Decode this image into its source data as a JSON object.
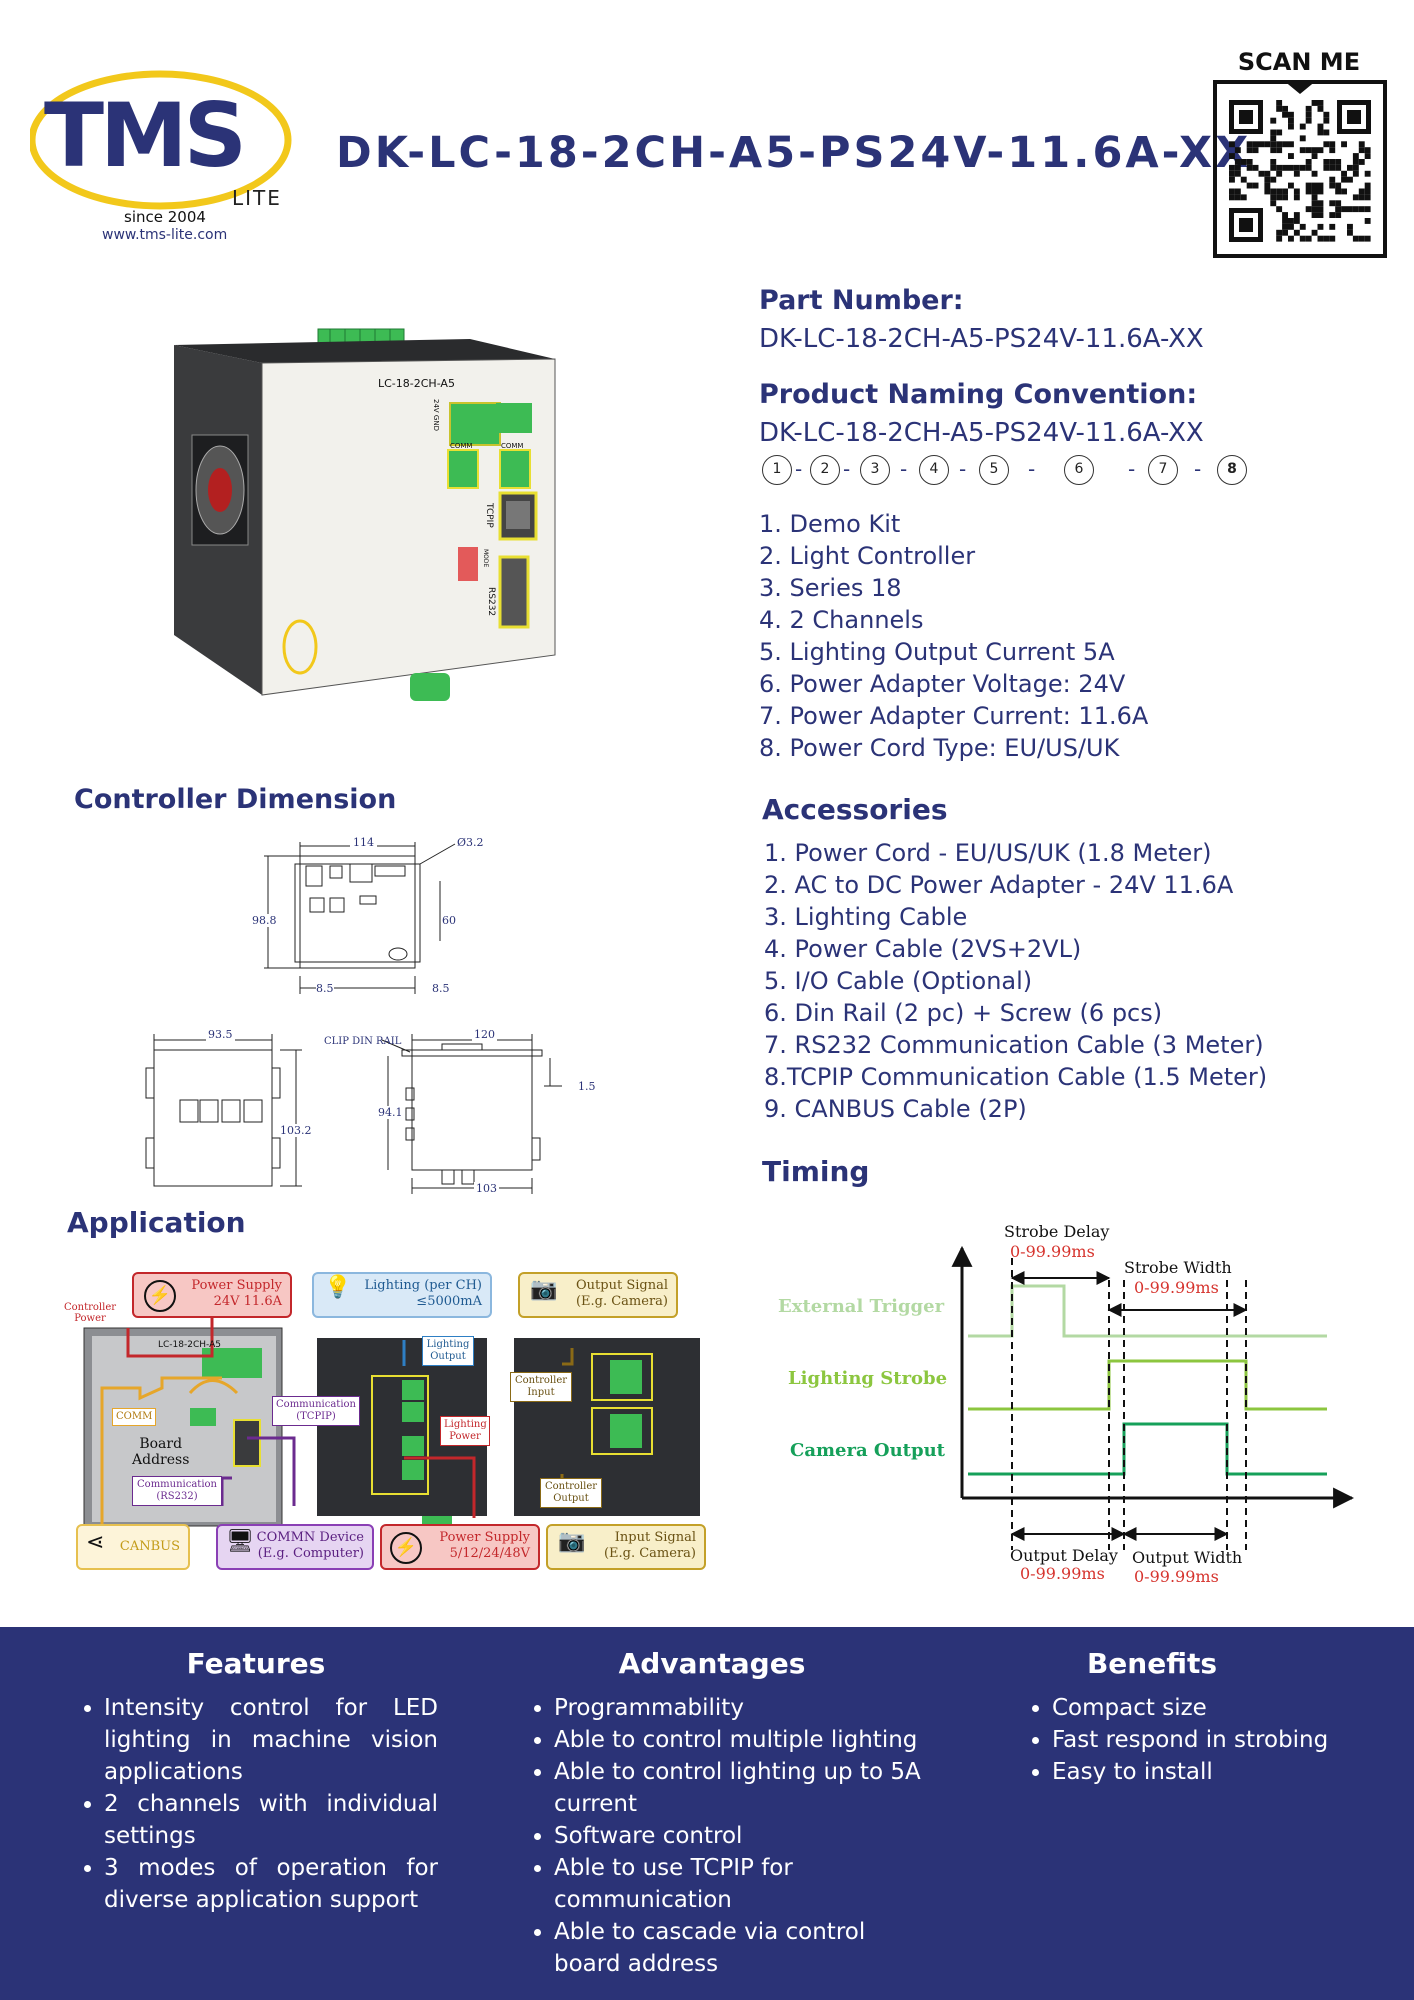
{
  "header": {
    "logo_text": "TMS",
    "logo_sub": "LITE",
    "since": "since 2004",
    "website": "www.tms-lite.com",
    "title": "DK-LC-18-2CH-A5-PS24V-11.6A-XX",
    "scan_label": "SCAN ME"
  },
  "part_number": {
    "heading": "Part Number:",
    "value": "DK-LC-18-2CH-A5-PS24V-11.6A-XX"
  },
  "naming": {
    "heading": "Product Naming Convention:",
    "value": "DK-LC-18-2CH-A5-PS24V-11.6A-XX",
    "markers": [
      "1",
      "2",
      "3",
      "4",
      "5",
      "6",
      "7",
      "8"
    ],
    "items": [
      "1.  Demo Kit",
      "2. Light Controller",
      "3. Series 18",
      "4. 2 Channels",
      "5. Lighting Output Current 5A",
      "6. Power Adapter Voltage: 24V",
      "7. Power Adapter Current: 11.6A",
      "8. Power Cord Type: EU/US/UK"
    ]
  },
  "product_photo": {
    "model_label": "LC-18-2CH-A5",
    "port_labels": [
      "24V GND",
      "COMM",
      "COMM",
      "TCPIP",
      "RS232",
      "MODE"
    ]
  },
  "accessories": {
    "heading": "Accessories",
    "items": [
      "1. Power Cord - EU/US/UK (1.8 Meter)",
      "2. AC to DC Power Adapter - 24V 11.6A",
      "3. Lighting Cable",
      "4. Power Cable (2VS+2VL)",
      "5. I/O Cable (Optional)",
      "6. Din Rail (2 pc) + Screw (6 pcs)",
      "7. RS232 Communication Cable (3 Meter)",
      "8.TCPIP Communication Cable (1.5 Meter)",
      "9. CANBUS Cable (2P)"
    ]
  },
  "dimension": {
    "heading": "Controller Dimension",
    "top": {
      "width": "114",
      "hole": "Ø3.2",
      "height": "98.8",
      "inner": "60",
      "left_offset": "8.5",
      "right_offset": "8.5"
    },
    "front": {
      "width": "93.5",
      "height": "103.2"
    },
    "side": {
      "din_label": "CLIP DIN RAIL",
      "width": "120",
      "height": "94.1",
      "depth": "103",
      "rail": "1.5"
    }
  },
  "application": {
    "heading": "Application",
    "controller_power": "Controller Power",
    "device_label": "LC-18-2CH-A5",
    "power_supply_top": [
      "Power Supply",
      "24V 11.6A"
    ],
    "lighting": [
      "Lighting (per CH)",
      "≤5000mA"
    ],
    "output_signal": [
      "Output Signal",
      "(E.g. Camera)"
    ],
    "lighting_output": [
      "Lighting",
      "Output"
    ],
    "comm_tcpip": [
      "Communication",
      "(TCPIP)"
    ],
    "comm_rs232": [
      "Communication",
      "(RS232)"
    ],
    "comm_tag": "COMM",
    "board_address": [
      "Board",
      "Address"
    ],
    "lighting_power": [
      "Lighting",
      "Power"
    ],
    "controller_input": [
      "Controller",
      "Input"
    ],
    "controller_output": [
      "Controller",
      "Output"
    ],
    "canbus": "CANBUS",
    "comm_device": [
      "COMMN Device",
      "(E.g. Computer)"
    ],
    "power_supply_bottom": [
      "Power Supply",
      "5/12/24/48V"
    ],
    "input_signal": [
      "Input Signal",
      "(E.g. Camera)"
    ]
  },
  "timing": {
    "heading": "Timing",
    "strobe_delay": "Strobe Delay",
    "strobe_delay_range": "0-99.99ms",
    "strobe_width": "Strobe Width",
    "strobe_width_range": "0-99.99ms",
    "output_delay": "Output Delay",
    "output_delay_range": "0-99.99ms",
    "output_width": "Output Width",
    "output_width_range": "0-99.99ms",
    "signals": [
      "External Trigger",
      "Lighting Strobe",
      "Camera Output"
    ],
    "colors": {
      "trigger": "#b3d9a3",
      "strobe": "#8cc63f",
      "camera": "#16a05a",
      "range": "#d6342e"
    }
  },
  "footer": {
    "features": {
      "title": "Features",
      "items": [
        "Intensity control for LED lighting in machine vision applications",
        "2 channels with individual settings",
        "3 modes of operation for diverse application support"
      ]
    },
    "advantages": {
      "title": "Advantages",
      "items": [
        "Programmability",
        "Able to control multiple lighting",
        "Able to control lighting up to 5A current",
        "Software control",
        "Able to use TCPIP for communication",
        "Able to cascade via control board address"
      ]
    },
    "benefits": {
      "title": "Benefits",
      "items": [
        "Compact size",
        "Fast respond in strobing",
        "Easy to install"
      ]
    }
  },
  "colors": {
    "navy": "#2b3377",
    "logo_yellow": "#f2c81b",
    "connector_green": "#3dbb54"
  }
}
